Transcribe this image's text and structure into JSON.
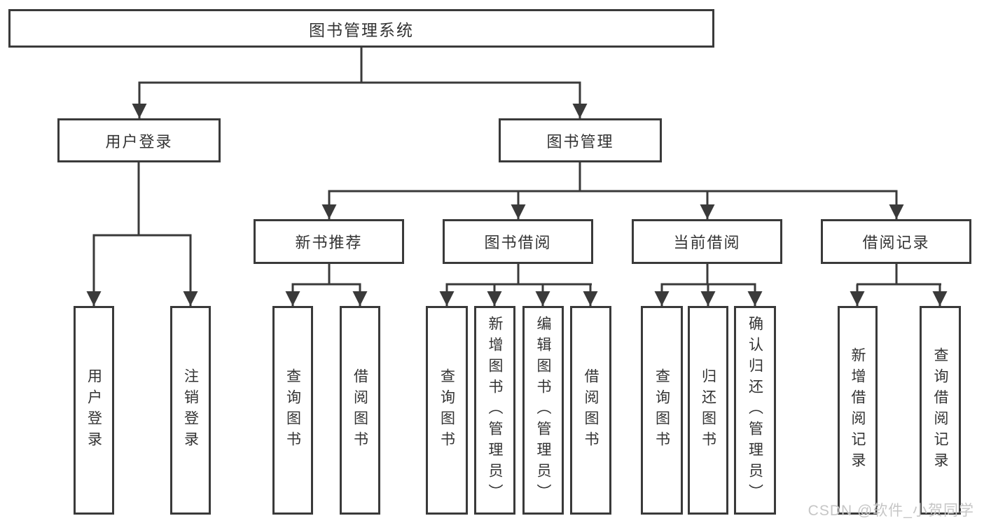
{
  "colors": {
    "background": "#ffffff",
    "line": "#3a3a3a",
    "box_border": "#3a3a3a",
    "text": "#333333",
    "watermark_text_color": "#c6c6c6"
  },
  "watermark": {
    "text": "CSDN @软件_小贺同学"
  },
  "tree": {
    "root": {
      "label": "图书管理系统"
    },
    "children": [
      {
        "label": "用户登录",
        "children": [
          {
            "label": "用户登录"
          },
          {
            "label": "注销登录"
          }
        ]
      },
      {
        "label": "图书管理",
        "children": [
          {
            "label": "新书推荐",
            "children": [
              {
                "label": "查询图书"
              },
              {
                "label": "借阅图书"
              }
            ]
          },
          {
            "label": "图书借阅",
            "children": [
              {
                "label": "查询图书"
              },
              {
                "label": "新增图书（管理员）"
              },
              {
                "label": "编辑图书（管理员）"
              },
              {
                "label": "借阅图书"
              }
            ]
          },
          {
            "label": "当前借阅",
            "children": [
              {
                "label": "查询图书"
              },
              {
                "label": "归还图书"
              },
              {
                "label": "确认归还（管理员）"
              }
            ]
          },
          {
            "label": "借阅记录",
            "children": [
              {
                "label": "新增借阅记录"
              },
              {
                "label": "查询借阅记录"
              }
            ]
          }
        ]
      }
    ]
  }
}
